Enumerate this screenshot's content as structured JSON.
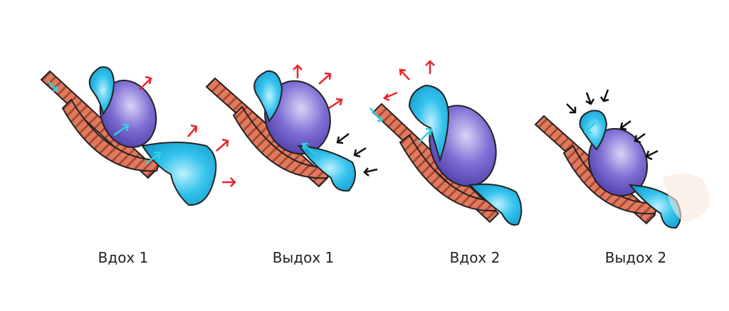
{
  "stages": [
    {
      "label": "Вдох 1"
    },
    {
      "label": "Выдох 1"
    },
    {
      "label": "Вдох 2"
    },
    {
      "label": "Выдох 2"
    }
  ],
  "colors": {
    "trachea": "#e07a5f",
    "trachea_stripe": "#a94a33",
    "posterior_sac": "#1fb6e3",
    "anterior_sac": "#1fb6e3",
    "lung": "#6b5bc4",
    "inhale_arrow": "#e8262b",
    "exhale_arrow": "#111111",
    "airflow_arrow": "#2fd0e0"
  }
}
